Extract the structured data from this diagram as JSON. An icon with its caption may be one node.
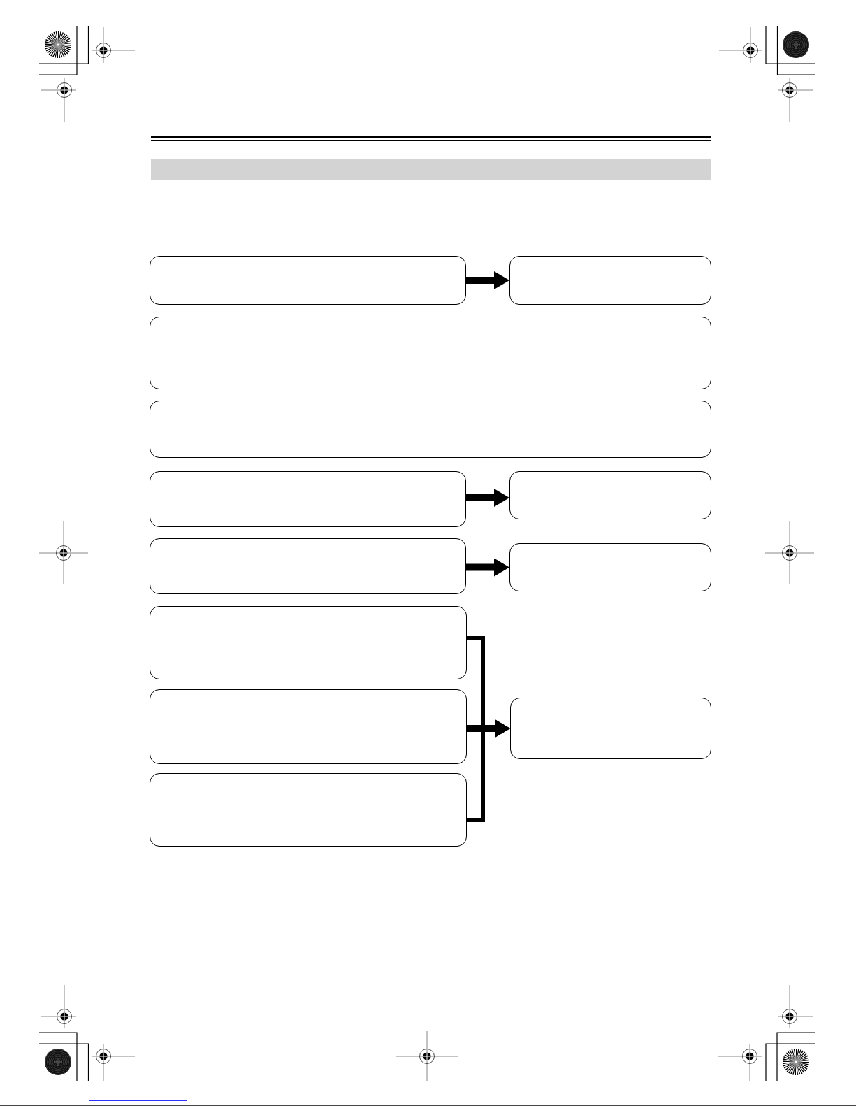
{
  "diagram": {
    "nodes": [
      {
        "text": [],
        "shape": "bar"
      },
      {
        "text": [],
        "shape": "box"
      },
      {
        "text": [],
        "shape": "box"
      },
      {
        "text": [],
        "shape": "box"
      },
      {
        "text": [],
        "shape": "box"
      },
      {
        "text": [],
        "shape": "box"
      },
      {
        "text": [],
        "shape": "box"
      },
      {
        "text": [],
        "shape": "box"
      },
      {
        "text": [],
        "shape": "box"
      },
      {
        "text": [],
        "shape": "box"
      },
      {
        "text": [],
        "shape": "box"
      },
      {
        "text": [],
        "shape": "box"
      },
      {
        "text": [],
        "shape": "box"
      }
    ],
    "edges": [
      {
        "from": 1,
        "to": 2,
        "arrow": "to"
      },
      {
        "from": 5,
        "to": 6,
        "arrow": "to"
      },
      {
        "from": 7,
        "to": 8,
        "arrow": "to"
      },
      {
        "from": 9,
        "to": 12,
        "arrow": "to"
      },
      {
        "from": 10,
        "to": 12,
        "arrow": "to"
      },
      {
        "from": 11,
        "to": 12,
        "arrow": "to"
      }
    ]
  }
}
